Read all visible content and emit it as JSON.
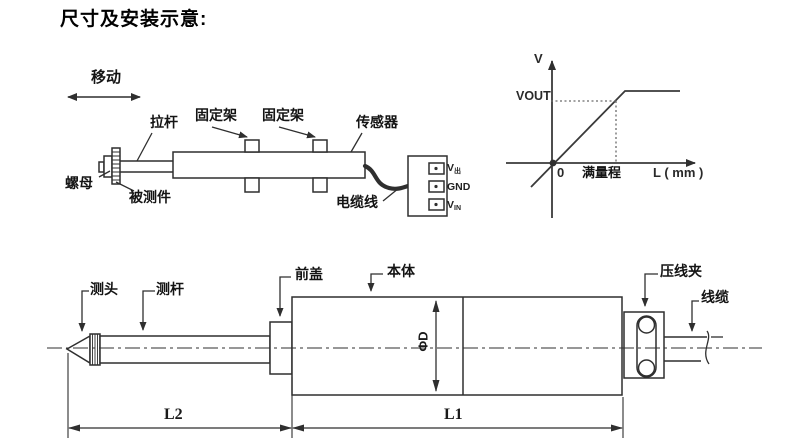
{
  "title": "尺寸及安装示意:",
  "colors": {
    "line": "#2f2f2f",
    "text": "#141414",
    "background": "#ffffff"
  },
  "installation_diagram": {
    "motion_label": "移动",
    "pull_rod_label": "拉杆",
    "bracket1_label": "固定架",
    "bracket2_label": "固定架",
    "sensor_label": "传感器",
    "nut_label": "螺母",
    "measured_part_label": "被测件",
    "cable_label": "电缆线",
    "connector_pins": [
      {
        "main": "V",
        "sub": "出"
      },
      {
        "main": "GND",
        "sub": ""
      },
      {
        "main": "V",
        "sub": "IN"
      }
    ]
  },
  "output_graph": {
    "y_axis_label": "V",
    "x_axis_label": "L ( mm )",
    "vout_label": "VOUT",
    "origin_label": "0",
    "full_scale_label": "满量程",
    "curve_description": "output rises linearly from origin to VOUT at full scale, then saturates flat"
  },
  "dimension_diagram": {
    "probe_tip_label": "测头",
    "probe_rod_label": "测杆",
    "front_cover_label": "前盖",
    "body_label": "本体",
    "cable_clamp_label": "压线夹",
    "cable_label": "线缆",
    "diameter_label": "ΦD",
    "l2_label": "L2",
    "l1_label": "L1"
  }
}
